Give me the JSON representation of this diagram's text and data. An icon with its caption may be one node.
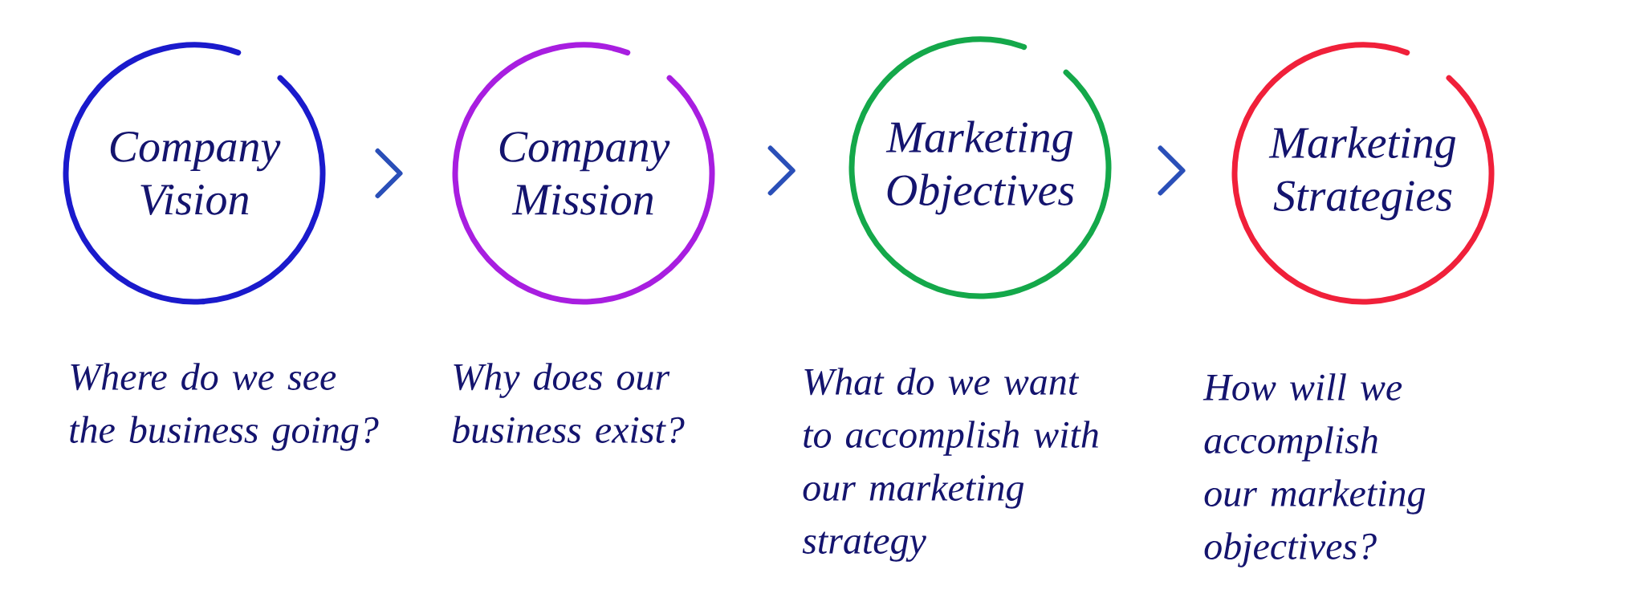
{
  "diagram": {
    "nodes": [
      {
        "text": [
          "Company Vision"
        ],
        "beside": [
          "Where do we see the business going?"
        ]
      },
      {
        "text": [
          "Company Mission"
        ],
        "beside": [
          "Why does our business exist?"
        ]
      },
      {
        "text": [
          "Marketing Objectives"
        ],
        "beside": [
          "What do we want to accomplish with our marketing strategy"
        ]
      },
      {
        "text": [
          "Marketing Strategies"
        ],
        "beside": [
          "How will we accomplish our marketing objectives?"
        ]
      }
    ],
    "edges": [
      {
        "from": 0,
        "to": 1,
        "arrow": "to"
      },
      {
        "from": 1,
        "to": 2,
        "arrow": "to"
      },
      {
        "from": 2,
        "to": 3,
        "arrow": "to"
      }
    ]
  }
}
